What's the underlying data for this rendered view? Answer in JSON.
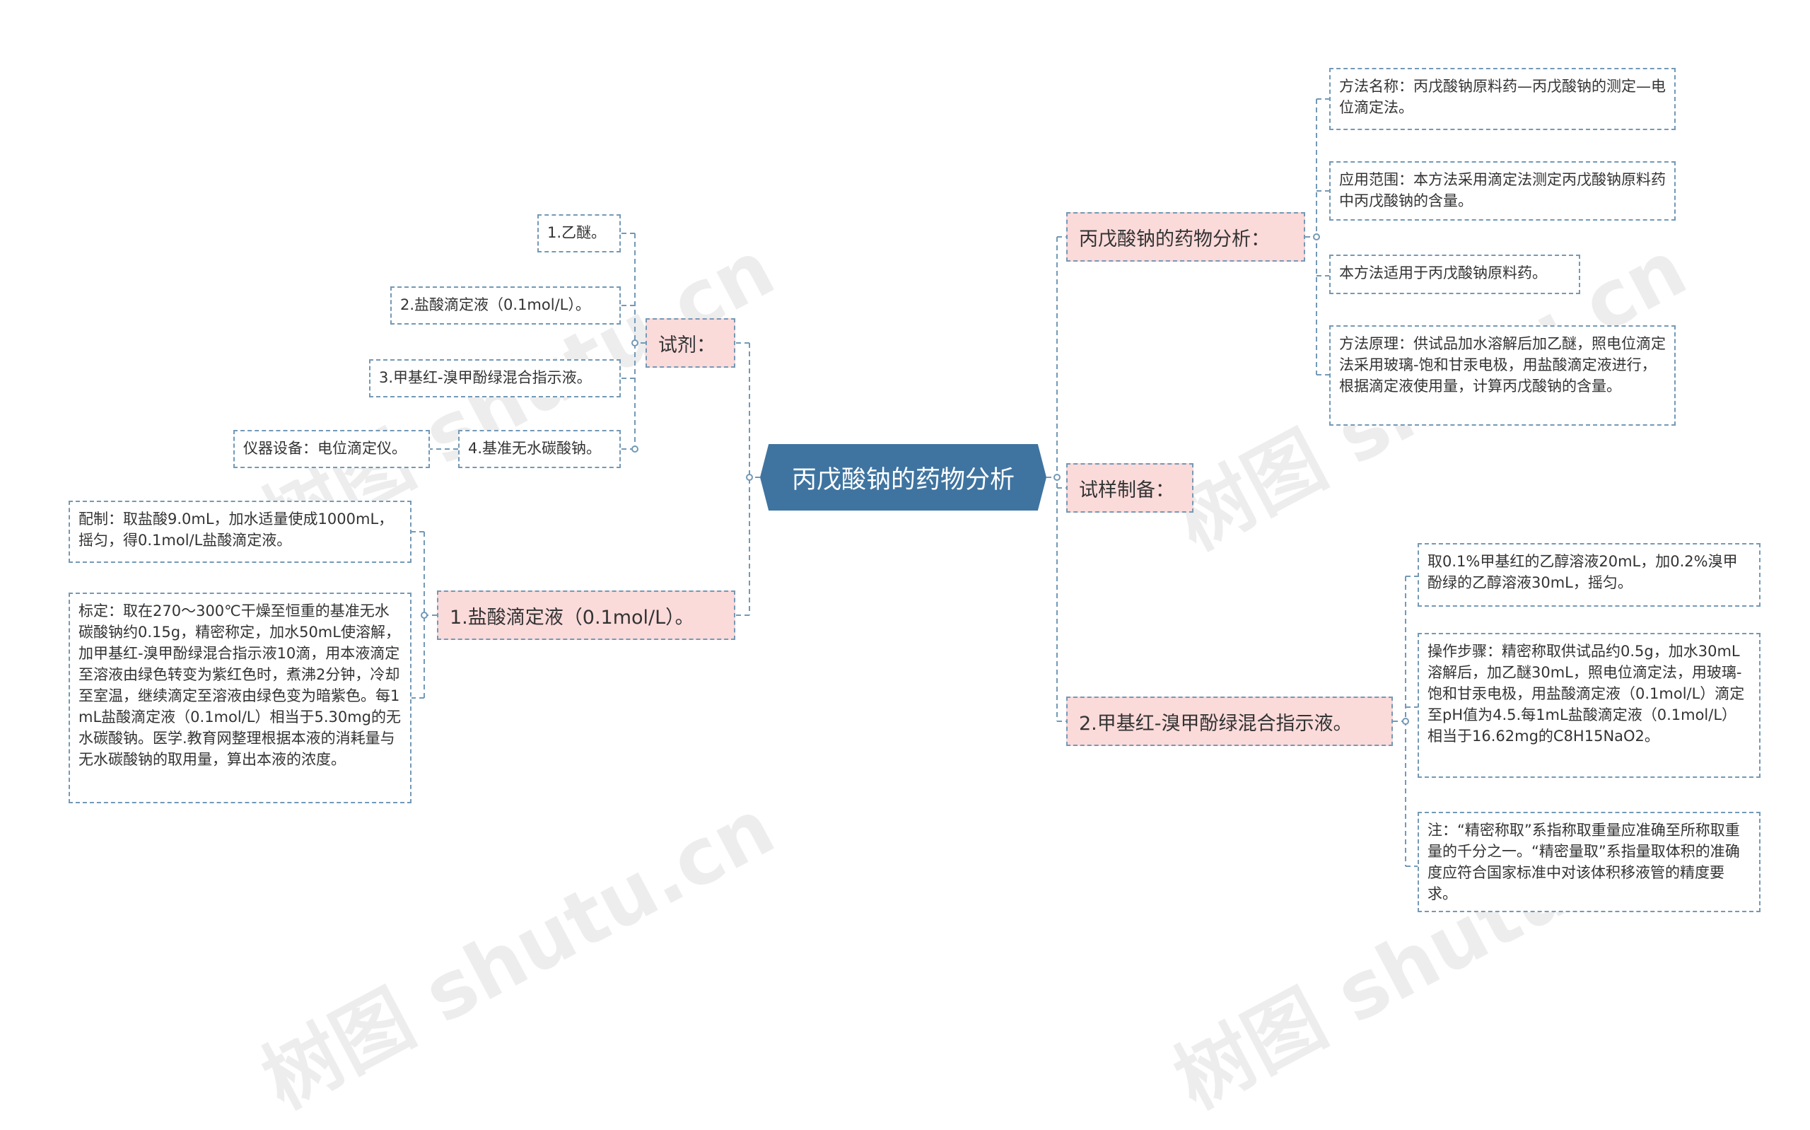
{
  "root": {
    "label": "丙戊酸钠的药物分析"
  },
  "right": {
    "analysis": {
      "label": "丙戊酸钠的药物分析：",
      "items": [
        "方法名称：丙戊酸钠原料药—丙戊酸钠的测定—电位滴定法。",
        "应用范围：本方法采用滴定法测定丙戊酸钠原料药中丙戊酸钠的含量。",
        "本方法适用于丙戊酸钠原料药。",
        "方法原理：供试品加水溶解后加乙醚，照电位滴定法采用玻璃-饱和甘汞电极，用盐酸滴定液进行，根据滴定液使用量，计算丙戊酸钠的含量。"
      ]
    },
    "sample": {
      "label": "试样制备："
    },
    "indicator": {
      "label": "2.甲基红-溴甲酚绿混合指示液。",
      "items": [
        "取0.1%甲基红的乙醇溶液20mL，加0.2%溴甲酚绿的乙醇溶液30mL，摇匀。",
        "操作步骤：精密称取供试品约0.5g，加水30mL溶解后，加乙醚30mL，照电位滴定法，用玻璃-饱和甘汞电极，用盐酸滴定液（0.1mol/L）滴定至pH值为4.5.每1mL盐酸滴定液（0.1mol/L）相当于16.62mg的C8H15NaO2。",
        "注：“精密称取”系指称取重量应准确至所称取重量的千分之一。“精密量取”系指量取体积的准确度应符合国家标准中对该体积移液管的精度要求。"
      ]
    }
  },
  "left": {
    "reagents": {
      "label": "试剂：",
      "items": [
        "1.乙醚。",
        "2.盐酸滴定液（0.1mol/L）。",
        "3.甲基红-溴甲酚绿混合指示液。",
        "4.基准无水碳酸钠。"
      ],
      "equipment": "仪器设备：电位滴定仪。"
    },
    "hcl": {
      "label": "1.盐酸滴定液（0.1mol/L）。",
      "items": [
        "配制：取盐酸9.0mL，加水适量使成1000mL，摇匀，得0.1mol/L盐酸滴定液。",
        "标定：取在270～300℃干燥至恒重的基准无水碳酸钠约0.15g，精密称定，加水50mL使溶解，加甲基红-溴甲酚绿混合指示液10滴，用本液滴定至溶液由绿色转变为紫红色时，煮沸2分钟，冷却至室温，继续滴定至溶液由绿色变为暗紫色。每1mL盐酸滴定液（0.1mol/L）相当于5.30mg的无水碳酸钠。医学.教育网整理根据本液的消耗量与无水碳酸钠的取用量，算出本液的浓度。"
      ]
    }
  },
  "watermark": "树图 shutu.cn",
  "colors": {
    "root": "#3f74a0",
    "branch_fill": "#fbdada",
    "connector": "#7399b6"
  }
}
